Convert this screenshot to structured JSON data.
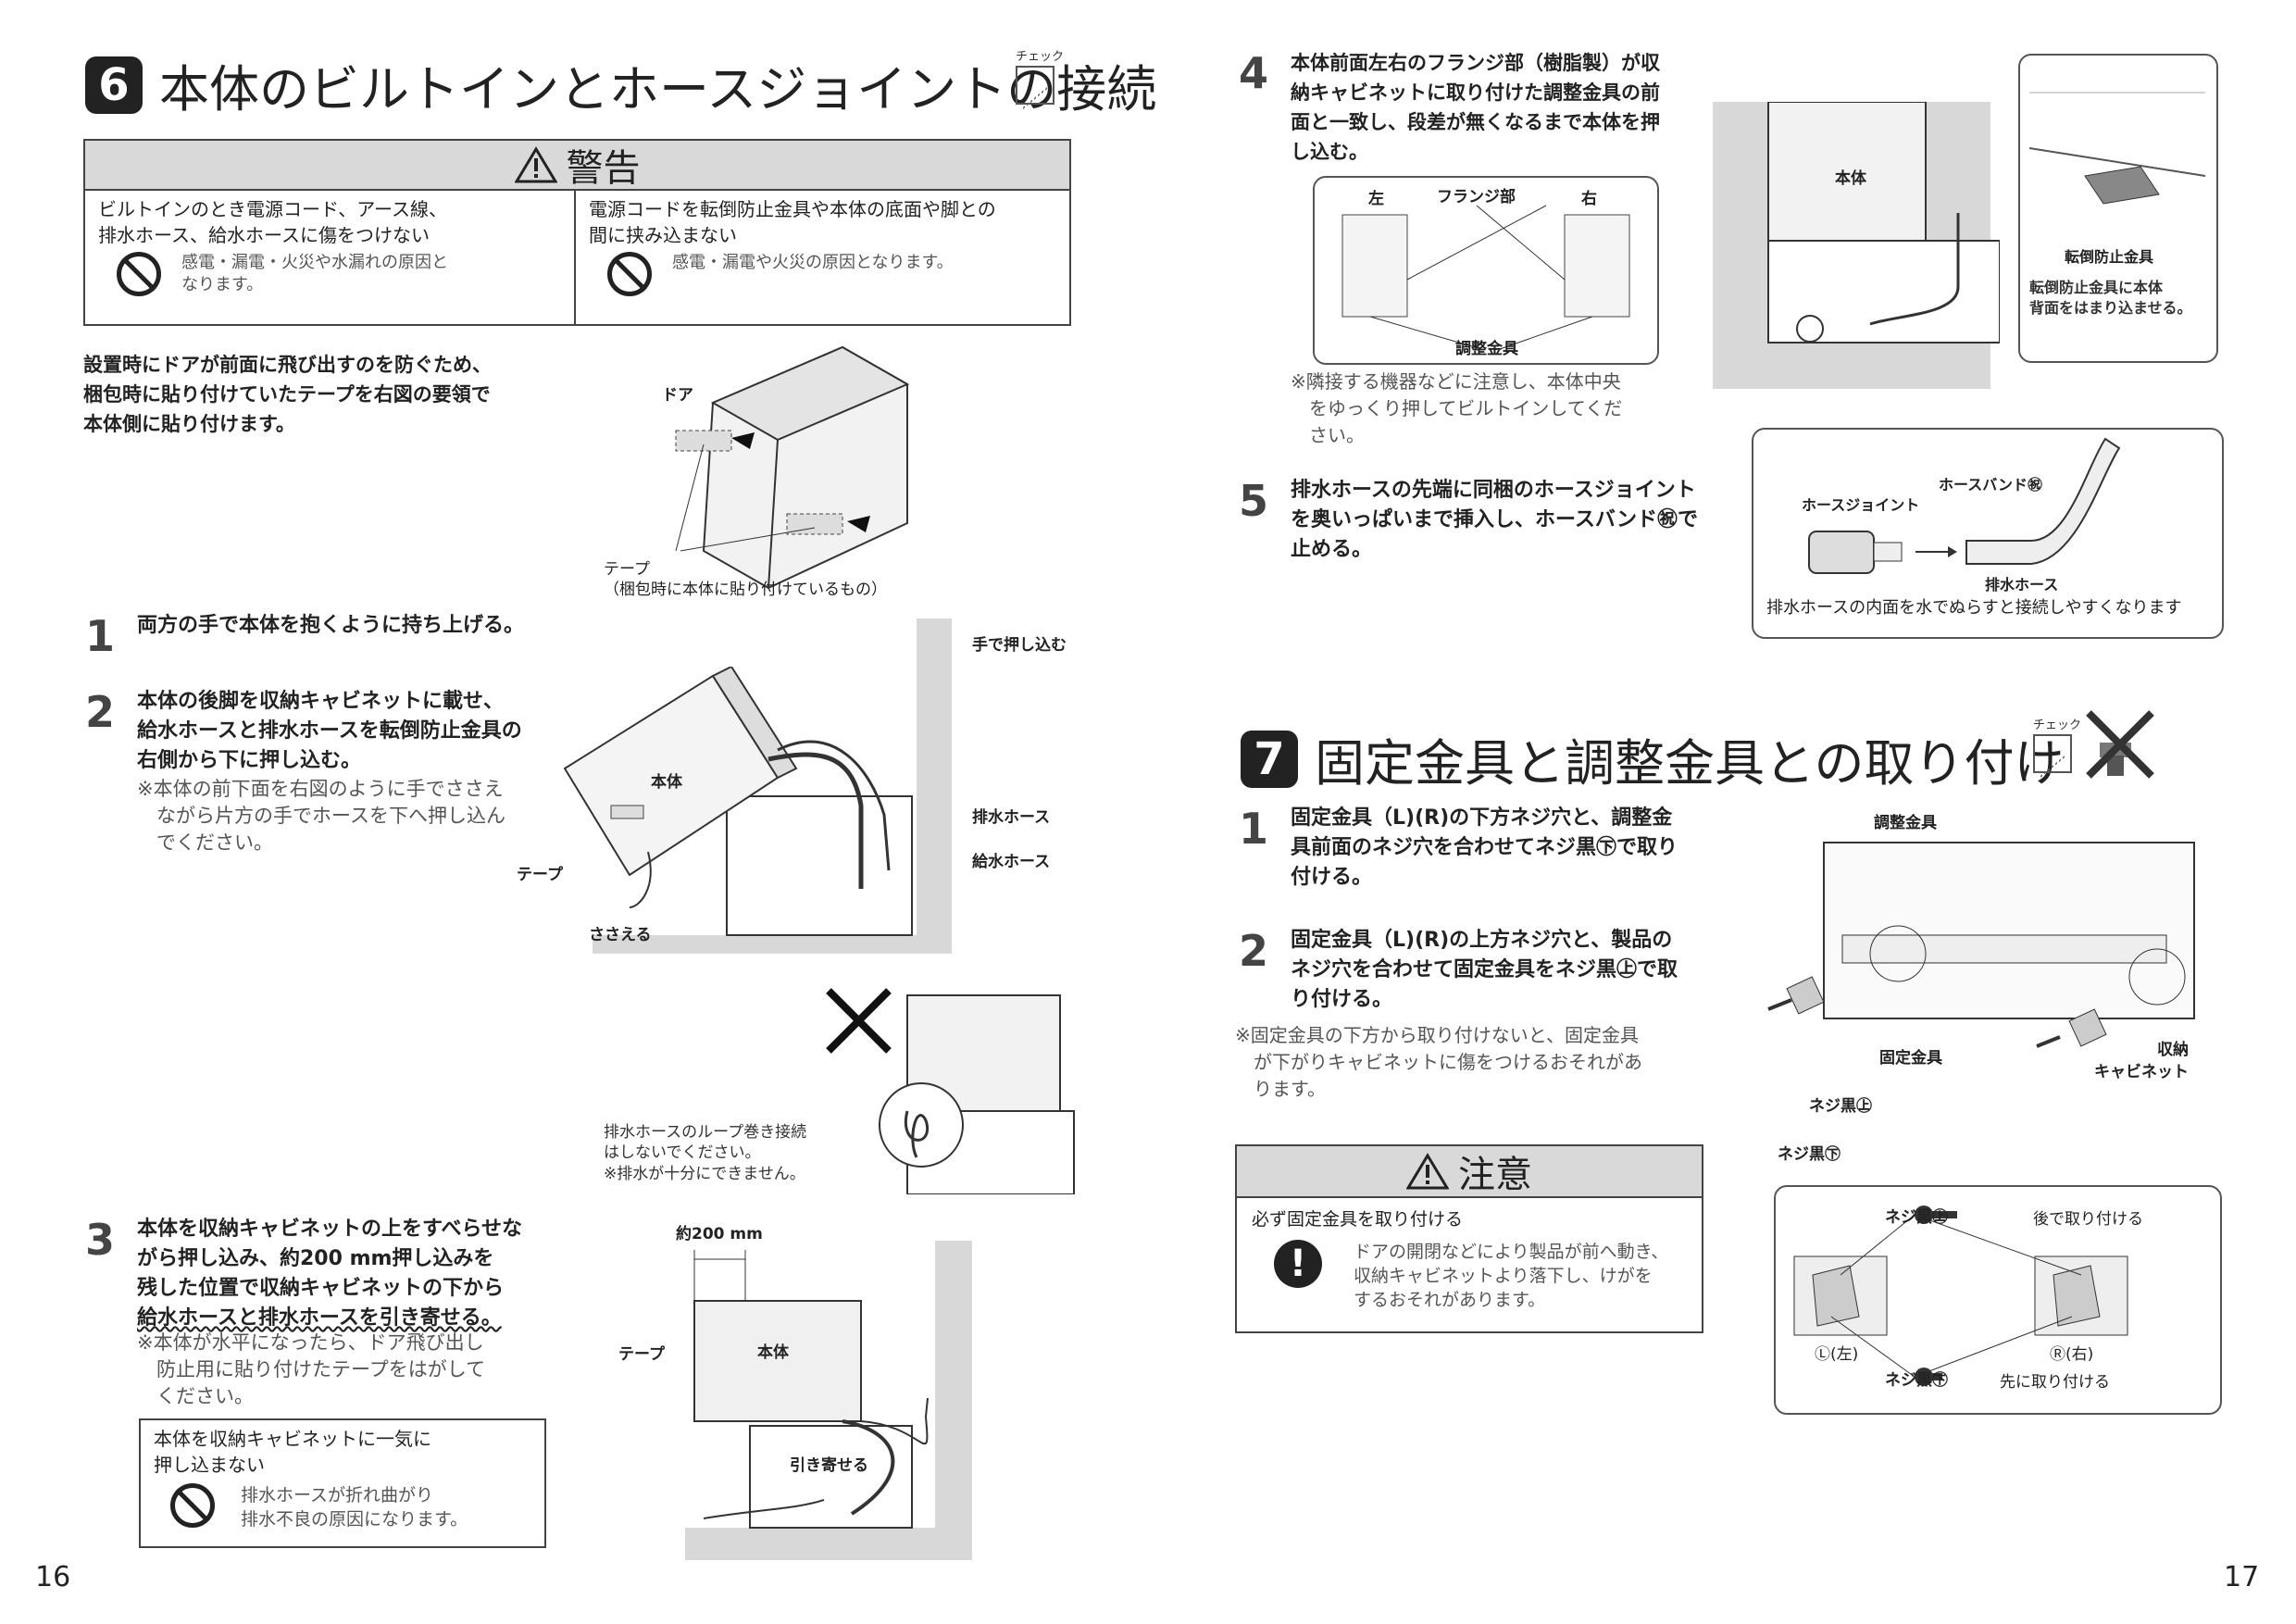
{
  "left": {
    "section": {
      "num": "6",
      "title": "本体のビルトインとホースジョイントの接続",
      "check": "チェック"
    },
    "warning": {
      "head": "警告",
      "col1_title": "ビルトインのとき電源コード、アース線、\n排水ホース、給水ホースに傷をつけない",
      "col1_note": "感電・漏電・火災や水漏れの原因と\nなります。",
      "col2_title": "電源コードを転倒防止金具や本体の底面や脚との\n間に挟み込まない",
      "col2_note": "感電・漏電や火災の原因となります。"
    },
    "intro": "設置時にドアが前面に飛び出すのを防ぐため、\n梱包時に貼り付けていたテープを右図の要領で\n本体側に貼り付けます。",
    "fig_tape": {
      "door": "ドア",
      "tape": "テープ",
      "tape_note": "（梱包時に本体に貼り付けているもの）"
    },
    "step1": {
      "num": "1",
      "text": "両方の手で本体を抱くように持ち上げる。"
    },
    "step2": {
      "num": "2",
      "text": "本体の後脚を収納キャビネットに載せ、\n給水ホースと排水ホースを転倒防止金具の\n右側から下に押し込む。",
      "note": "※本体の前下面を右図のように手でささえ\n　ながら片方の手でホースを下へ押し込ん\n　でください。"
    },
    "fig2": {
      "push": "手で押し込む",
      "body": "本体",
      "drain": "排水ホース",
      "supply": "給水ホース",
      "tape": "テープ",
      "support": "ささえる"
    },
    "fig_x": {
      "note1": "排水ホースのループ巻き接続\nはしないでください。",
      "note2": "※排水が十分にできません。"
    },
    "step3": {
      "num": "3",
      "text1": "本体を収納キャビネットの上をすべらせな\nがら押し込み、約200 mm押し込みを\n残した位置で収納キャビネットの下から\n",
      "text2": "給水ホースと排水ホースを引き寄せる。",
      "note": "※本体が水平になったら、ドア飛び出し\n　防止用に貼り付けたテープをはがして\n　ください。"
    },
    "fig3": {
      "dim": "約200 mm",
      "tape": "テープ",
      "body": "本体",
      "pull": "引き寄せる"
    },
    "caution_box": {
      "title": "本体を収納キャビネットに一気に\n押し込まない",
      "note": "排水ホースが折れ曲がり\n排水不良の原因になります。"
    },
    "page": "16"
  },
  "right": {
    "step4": {
      "num": "4",
      "text": "本体前面左右のフランジ部（樹脂製）が収\n納キャビネットに取り付けた調整金具の前\n面と一致し、段差が無くなるまで本体を押\nし込む。",
      "note": "※隣接する機器などに注意し、本体中央\n　をゆっくり押してビルトインしてくだ\n　さい。"
    },
    "fig4": {
      "left": "左",
      "flange": "フランジ部",
      "right": "右",
      "adj": "調整金具",
      "body": "本体",
      "tip": "転倒防止金具",
      "tip_note": "転倒防止金具に本体\n背面をはまり込ませる。"
    },
    "step5": {
      "num": "5",
      "text": "排水ホースの先端に同梱のホースジョイント\nを奥いっぱいまで挿入し、ホースバンド㊗で\n止める。"
    },
    "fig5": {
      "joint": "ホースジョイント",
      "band": "ホースバンド㊗",
      "drain": "排水ホース",
      "note": "排水ホースの内面を水でぬらすと接続しやすくなります"
    },
    "section": {
      "num": "7",
      "title": "固定金具と調整金具との取り付け",
      "check": "チェック"
    },
    "s7step1": {
      "num": "1",
      "text": "固定金具（L)(R)の下方ネジ穴と、調整金\n具前面のネジ穴を合わせてネジ黒㊦で取り\n付ける。"
    },
    "s7step2": {
      "num": "2",
      "text": "固定金具（L)(R)の上方ネジ穴と、製品の\nネジ穴を合わせて固定金具をネジ黒㊤で取\nり付ける。"
    },
    "s7note": "※固定金具の下方から取り付けないと、固定金具\n　が下がりキャビネットに傷をつけるおそれがあ\n　ります。",
    "caution": {
      "head": "注意",
      "title": "必ず固定金具を取り付ける",
      "note": "ドアの開閉などにより製品が前へ動き、\n収納キャビネットより落下し、けがを\nするおそれがあります。"
    },
    "fig7": {
      "adj": "調整金具",
      "fix": "固定金具",
      "cab": "収納\nキャビネット",
      "screw_long": "ネジ黒㊤",
      "screw_short": "ネジ黒㊦",
      "later": "後で取り付ける",
      "first": "先に取り付ける",
      "L": "Ⓛ(左)",
      "R": "Ⓡ(右)"
    },
    "page": "17"
  },
  "colors": {
    "warn_bg": "#d9d9d9",
    "text": "#222222",
    "gray_wall": "#d8d8d8"
  }
}
